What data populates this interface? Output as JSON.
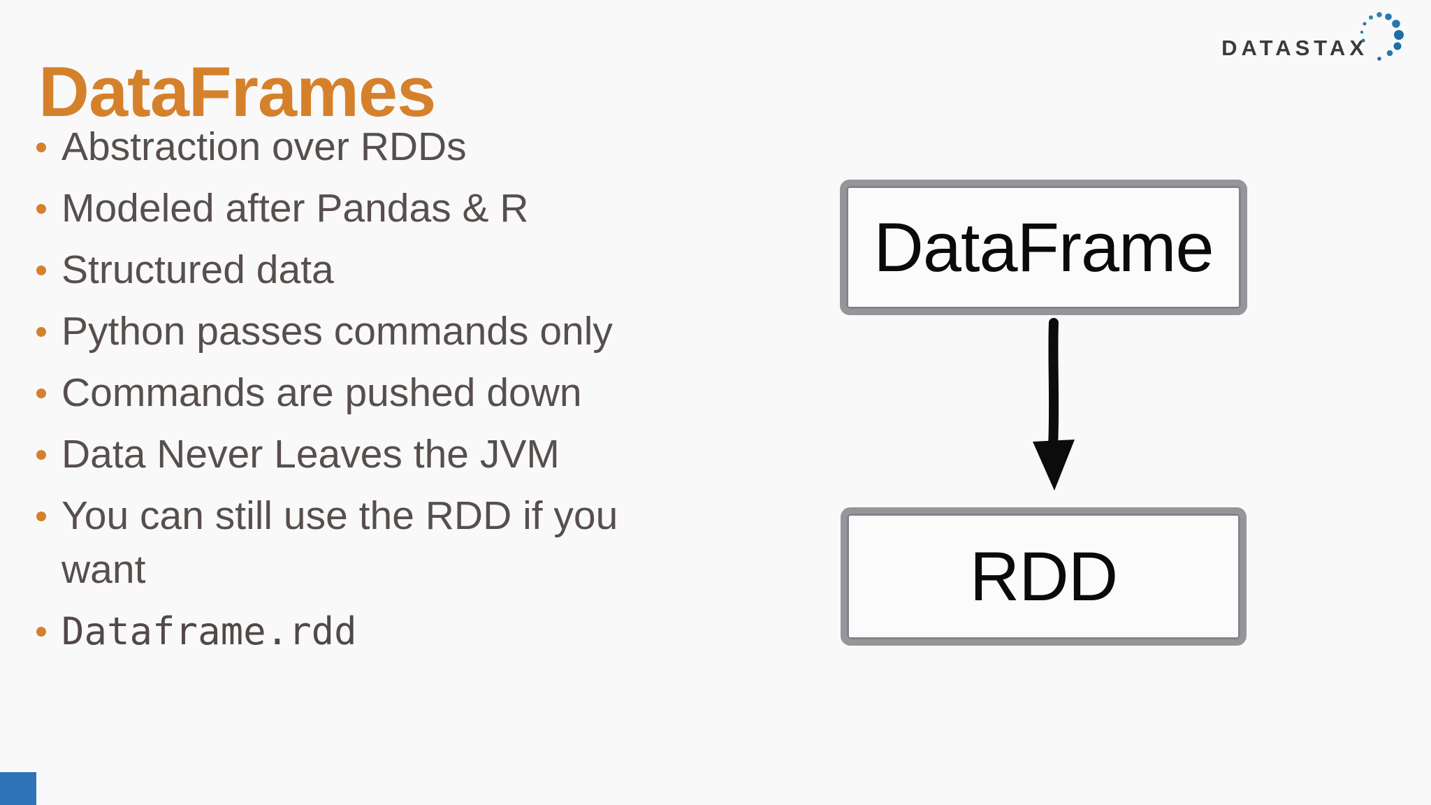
{
  "slide": {
    "title": "DataFrames",
    "title_color": "#d5812c",
    "background_color": "#f9f9fa"
  },
  "logo": {
    "text": "DATASTAX",
    "text_color": "#3a3a3e",
    "dot_colors": [
      "#1d6fa5",
      "#2579ac",
      "#2e83b6"
    ]
  },
  "bullets": [
    {
      "text": "Abstraction over RDDs",
      "mono": false
    },
    {
      "text": "Modeled after Pandas & R",
      "mono": false
    },
    {
      "text": "Structured data",
      "mono": false
    },
    {
      "text": "Python passes commands only",
      "mono": false
    },
    {
      "text": "Commands are pushed down",
      "mono": false
    },
    {
      "text": "Data Never Leaves the JVM",
      "mono": false
    },
    {
      "text": "You can still use the RDD if you want",
      "mono": false
    },
    {
      "text": "Dataframe.rdd",
      "mono": true
    }
  ],
  "diagram": {
    "top_box_label": "DataFrame",
    "bottom_box_label": "RDD",
    "box_border_color": "#95959a",
    "arrow_color": "#0c0c0c"
  },
  "accents": {
    "bullet_dot_color": "#d5812c",
    "corner_square_color": "#2f73b7"
  }
}
